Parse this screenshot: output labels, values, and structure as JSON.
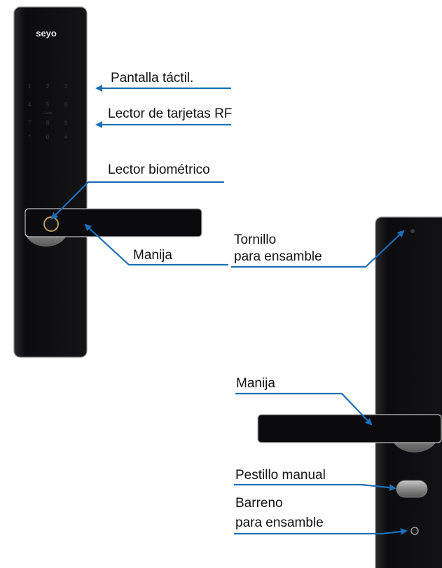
{
  "brand": "seyo",
  "keypad": [
    "1",
    "2",
    "3",
    "4",
    "5",
    "6",
    "7",
    "8",
    "9",
    "*",
    "0",
    "#"
  ],
  "keypad_caption": "Cards",
  "labels": {
    "touchscreen": "Pantalla táctil.",
    "rf_reader": "Lector de tarjetas RF",
    "biometric": "Lector biométrico",
    "handle_front": "Manija",
    "screw_line1": "Tornillo",
    "screw_line2": "para ensamble",
    "handle_back": "Manija",
    "manual_latch": "Pestillo manual",
    "drill_line1": "Barreno",
    "drill_line2": "para ensamble"
  },
  "colors": {
    "arrow": "#1c6fb8",
    "panel": "#101012",
    "panel_edge": "#8a8a8a",
    "handle_metal": "#9a9a9a",
    "text": "#111111"
  }
}
